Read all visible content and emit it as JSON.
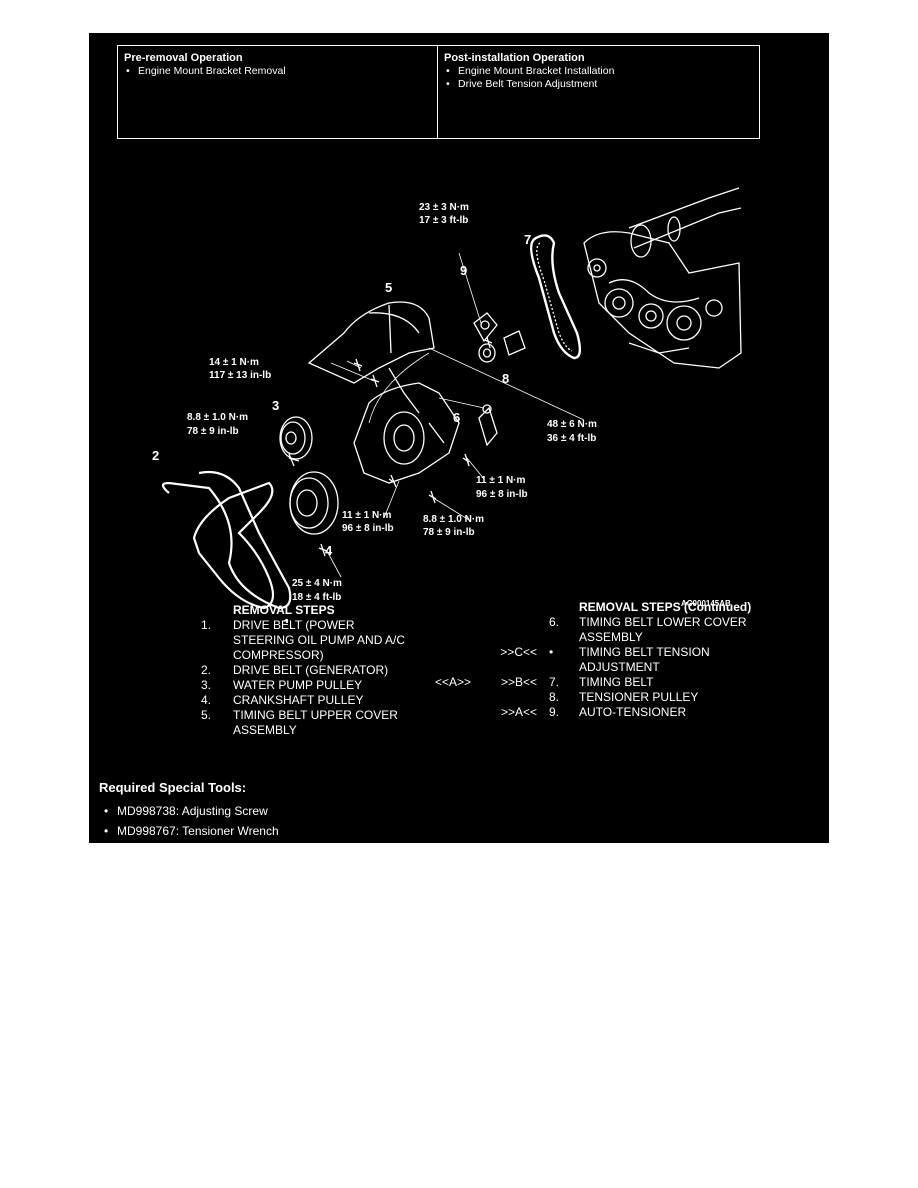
{
  "pre_removal": {
    "title": "Pre-removal Operation",
    "items": [
      "Engine Mount Bracket Removal"
    ]
  },
  "post_installation": {
    "title": "Post-installation Operation",
    "items": [
      "Engine Mount Bracket Installation",
      "Drive Belt Tension Adjustment"
    ]
  },
  "figure": {
    "code": "AC000145AB",
    "callouts": [
      "1",
      "2",
      "3",
      "4",
      "5",
      "6",
      "7",
      "8",
      "9"
    ],
    "torques": [
      {
        "nm": "23 ± 3 N·m",
        "imp": "17 ± 3 ft-lb"
      },
      {
        "nm": "14 ± 1 N·m",
        "imp": "117 ± 13 in-lb"
      },
      {
        "nm": "8.8 ± 1.0 N·m",
        "imp": "78 ± 9 in-lb"
      },
      {
        "nm": "48 ± 6 N·m",
        "imp": "36 ± 4 ft-lb"
      },
      {
        "nm": "11 ± 1 N·m",
        "imp": "96 ± 8 in-lb"
      },
      {
        "nm": "11 ± 1 N·m",
        "imp": "96 ± 8 in-lb"
      },
      {
        "nm": "8.8 ± 1.0 N·m",
        "imp": "78 ± 9 in-lb"
      },
      {
        "nm": "25 ± 4 N·m",
        "imp": "18 ± 4 ft-lb"
      }
    ]
  },
  "removal_steps": {
    "title": "REMOVAL STEPS",
    "steps": [
      {
        "num": "1.",
        "mark": "",
        "lines": [
          "DRIVE BELT (POWER",
          "STEERING OIL PUMP AND A/C",
          "COMPRESSOR)"
        ]
      },
      {
        "num": "2.",
        "mark": "",
        "lines": [
          "DRIVE BELT (GENERATOR)"
        ]
      },
      {
        "num": "3.",
        "mark": "",
        "lines": [
          "WATER PUMP PULLEY"
        ]
      },
      {
        "num": "4.",
        "mark": "",
        "lines": [
          "CRANKSHAFT PULLEY"
        ]
      },
      {
        "num": "5.",
        "mark": "",
        "lines": [
          "TIMING BELT UPPER COVER",
          "ASSEMBLY"
        ]
      }
    ]
  },
  "removal_steps_continued": {
    "title": "REMOVAL STEPS (Continued)",
    "steps": [
      {
        "num": "6.",
        "pre": "",
        "mark": "",
        "lines": [
          "TIMING BELT LOWER COVER",
          "ASSEMBLY"
        ]
      },
      {
        "num": "•",
        "pre": "",
        "mark": ">>C<<",
        "lines": [
          "TIMING BELT TENSION",
          "ADJUSTMENT"
        ]
      },
      {
        "num": "7.",
        "pre": "<<A>>",
        "mark": ">>B<<",
        "lines": [
          "TIMING BELT"
        ]
      },
      {
        "num": "8.",
        "pre": "",
        "mark": "",
        "lines": [
          "TENSIONER PULLEY"
        ]
      },
      {
        "num": "9.",
        "pre": "",
        "mark": ">>A<<",
        "lines": [
          "AUTO-TENSIONER"
        ]
      }
    ]
  },
  "special_tools": {
    "title": "Required Special Tools:",
    "items": [
      "MD998738: Adjusting Screw",
      "MD998767: Tensioner Wrench"
    ]
  }
}
